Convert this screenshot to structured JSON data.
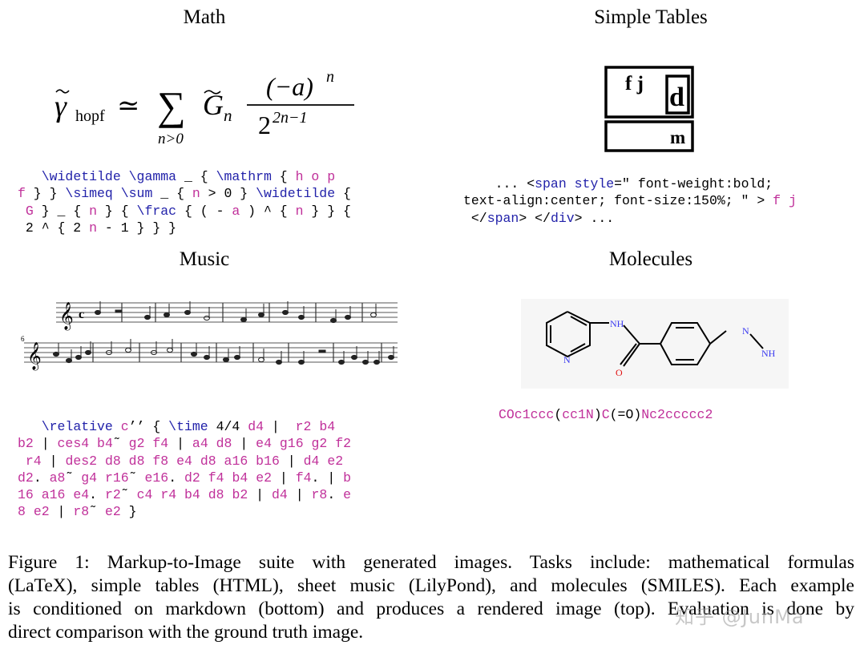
{
  "panels": {
    "math": {
      "title": "Math",
      "formula": {
        "gamma": "γ",
        "gamma_sub": "hopf",
        "simeq": "≃",
        "sum": "∑",
        "sum_sub": "n>0",
        "G": "G",
        "G_sub": "n",
        "num": "(−a)",
        "num_sup": "n",
        "den": "2",
        "den_sup": "2n−1"
      },
      "code": [
        [
          {
            "t": "   "
          },
          {
            "t": "\\widetilde",
            "c": "kw"
          },
          {
            "t": " "
          },
          {
            "t": "\\gamma",
            "c": "kw"
          },
          {
            "t": " _ { "
          },
          {
            "t": "\\mathrm",
            "c": "kw"
          },
          {
            "t": " { "
          },
          {
            "t": "h o p",
            "c": "mg"
          }
        ],
        [
          {
            "t": "f",
            "c": "mg"
          },
          {
            "t": " } } "
          },
          {
            "t": "\\simeq",
            "c": "kw"
          },
          {
            "t": " "
          },
          {
            "t": "\\sum",
            "c": "kw"
          },
          {
            "t": " _ { "
          },
          {
            "t": "n",
            "c": "mg"
          },
          {
            "t": " > 0 } "
          },
          {
            "t": "\\widetilde",
            "c": "kw"
          },
          {
            "t": " {"
          }
        ],
        [
          {
            "t": " "
          },
          {
            "t": "G",
            "c": "mg"
          },
          {
            "t": " } _ { "
          },
          {
            "t": "n",
            "c": "mg"
          },
          {
            "t": " } { "
          },
          {
            "t": "\\frac",
            "c": "kw"
          },
          {
            "t": " { ( - "
          },
          {
            "t": "a",
            "c": "mg"
          },
          {
            "t": " ) ^ { "
          },
          {
            "t": "n",
            "c": "mg"
          },
          {
            "t": " } } {"
          }
        ],
        [
          {
            "t": " 2 ^ { 2 "
          },
          {
            "t": "n",
            "c": "mg"
          },
          {
            "t": " - 1 } } }"
          }
        ]
      ]
    },
    "tables": {
      "title": "Simple Tables",
      "cell_fj": "f j",
      "cell_d": "d",
      "cell_m": "m",
      "code": [
        [
          {
            "t": "    ... <"
          },
          {
            "t": "span",
            "c": "kw"
          },
          {
            "t": " "
          },
          {
            "t": "style",
            "c": "kw"
          },
          {
            "t": "=\" font-weight:bold;"
          }
        ],
        [
          {
            "t": "text-align:center; font-size:150%; \" > "
          },
          {
            "t": "f j",
            "c": "mg"
          }
        ],
        [
          {
            "t": " </"
          },
          {
            "t": "span",
            "c": "kw"
          },
          {
            "t": "> </"
          },
          {
            "t": "div",
            "c": "kw"
          },
          {
            "t": "> ..."
          }
        ]
      ]
    },
    "music": {
      "title": "Music",
      "measure_number": "6",
      "code": [
        [
          {
            "t": "   "
          },
          {
            "t": "\\relative",
            "c": "kw"
          },
          {
            "t": " "
          },
          {
            "t": "c",
            "c": "mg"
          },
          {
            "t": "’’ { "
          },
          {
            "t": "\\time",
            "c": "kw"
          },
          {
            "t": " 4/4 "
          },
          {
            "t": "d4",
            "c": "mg"
          },
          {
            "t": " |  "
          },
          {
            "t": "r2",
            "c": "mg"
          },
          {
            "t": " "
          },
          {
            "t": "b4",
            "c": "mg"
          }
        ],
        [
          {
            "t": "b2",
            "c": "mg"
          },
          {
            "t": " | "
          },
          {
            "t": "ces4",
            "c": "mg"
          },
          {
            "t": " "
          },
          {
            "t": "b4",
            "c": "mg"
          },
          {
            "t": "˜ "
          },
          {
            "t": "g2",
            "c": "mg"
          },
          {
            "t": " "
          },
          {
            "t": "f4",
            "c": "mg"
          },
          {
            "t": " | "
          },
          {
            "t": "a4",
            "c": "mg"
          },
          {
            "t": " "
          },
          {
            "t": "d8",
            "c": "mg"
          },
          {
            "t": " | "
          },
          {
            "t": "e4",
            "c": "mg"
          },
          {
            "t": " "
          },
          {
            "t": "g16",
            "c": "mg"
          },
          {
            "t": " "
          },
          {
            "t": "g2",
            "c": "mg"
          },
          {
            "t": " "
          },
          {
            "t": "f2",
            "c": "mg"
          }
        ],
        [
          {
            "t": " "
          },
          {
            "t": "r4",
            "c": "mg"
          },
          {
            "t": " | "
          },
          {
            "t": "des2",
            "c": "mg"
          },
          {
            "t": " "
          },
          {
            "t": "d8",
            "c": "mg"
          },
          {
            "t": " "
          },
          {
            "t": "d8",
            "c": "mg"
          },
          {
            "t": " "
          },
          {
            "t": "f8",
            "c": "mg"
          },
          {
            "t": " "
          },
          {
            "t": "e4",
            "c": "mg"
          },
          {
            "t": " "
          },
          {
            "t": "d8",
            "c": "mg"
          },
          {
            "t": " "
          },
          {
            "t": "a16",
            "c": "mg"
          },
          {
            "t": " "
          },
          {
            "t": "b16",
            "c": "mg"
          },
          {
            "t": " | "
          },
          {
            "t": "d4",
            "c": "mg"
          },
          {
            "t": " "
          },
          {
            "t": "e2",
            "c": "mg"
          }
        ],
        [
          {
            "t": "d2",
            "c": "mg"
          },
          {
            "t": ". "
          },
          {
            "t": "a8",
            "c": "mg"
          },
          {
            "t": "˜ "
          },
          {
            "t": "g4",
            "c": "mg"
          },
          {
            "t": " "
          },
          {
            "t": "r16",
            "c": "mg"
          },
          {
            "t": "˜ "
          },
          {
            "t": "e16",
            "c": "mg"
          },
          {
            "t": ". "
          },
          {
            "t": "d2",
            "c": "mg"
          },
          {
            "t": " "
          },
          {
            "t": "f4",
            "c": "mg"
          },
          {
            "t": " "
          },
          {
            "t": "b4",
            "c": "mg"
          },
          {
            "t": " "
          },
          {
            "t": "e2",
            "c": "mg"
          },
          {
            "t": " | "
          },
          {
            "t": "f4",
            "c": "mg"
          },
          {
            "t": ". | "
          },
          {
            "t": "b",
            "c": "mg"
          }
        ],
        [
          {
            "t": "16",
            "c": "mg"
          },
          {
            "t": " "
          },
          {
            "t": "a16",
            "c": "mg"
          },
          {
            "t": " "
          },
          {
            "t": "e4",
            "c": "mg"
          },
          {
            "t": ". "
          },
          {
            "t": "r2",
            "c": "mg"
          },
          {
            "t": "˜ "
          },
          {
            "t": "c4",
            "c": "mg"
          },
          {
            "t": " "
          },
          {
            "t": "r4",
            "c": "mg"
          },
          {
            "t": " "
          },
          {
            "t": "b4",
            "c": "mg"
          },
          {
            "t": " "
          },
          {
            "t": "d8",
            "c": "mg"
          },
          {
            "t": " "
          },
          {
            "t": "b2",
            "c": "mg"
          },
          {
            "t": " | "
          },
          {
            "t": "d4",
            "c": "mg"
          },
          {
            "t": " | "
          },
          {
            "t": "r8",
            "c": "mg"
          },
          {
            "t": ". "
          },
          {
            "t": "e",
            "c": "mg"
          }
        ],
        [
          {
            "t": "8",
            "c": "mg"
          },
          {
            "t": " "
          },
          {
            "t": "e2",
            "c": "mg"
          },
          {
            "t": " | "
          },
          {
            "t": "r8",
            "c": "mg"
          },
          {
            "t": "˜ "
          },
          {
            "t": "e2",
            "c": "mg"
          },
          {
            "t": " }"
          }
        ]
      ]
    },
    "molecules": {
      "title": "Molecules",
      "atom_nh": "NH",
      "atom_n": "N",
      "atom_o": "O",
      "atom_nh2": "NH",
      "atom_n2": "N",
      "code": [
        [
          {
            "t": "COc1ccc",
            "c": "mg"
          },
          {
            "t": "("
          },
          {
            "t": "cc1N",
            "c": "mg"
          },
          {
            "t": ")"
          },
          {
            "t": "C",
            "c": "mg"
          },
          {
            "t": "(=O)"
          },
          {
            "t": "Nc2ccccc2",
            "c": "mg"
          }
        ]
      ]
    }
  },
  "caption": [
    "Figure 1: Markup-to-Image suite with generated images. Tasks include: mathematical formulas",
    "(LaTeX), simple tables (HTML), sheet music (LilyPond), and molecules (SMILES). Each example",
    "is conditioned on markdown (bottom) and produces a rendered image (top). Evaluation is done by",
    "direct comparison with the ground truth image."
  ],
  "watermark": "知乎 @JunMa",
  "colors": {
    "keyword": "#2222aa",
    "token": "#c0309a",
    "molecule_n": "#3a3af0",
    "molecule_o": "#e01010"
  }
}
